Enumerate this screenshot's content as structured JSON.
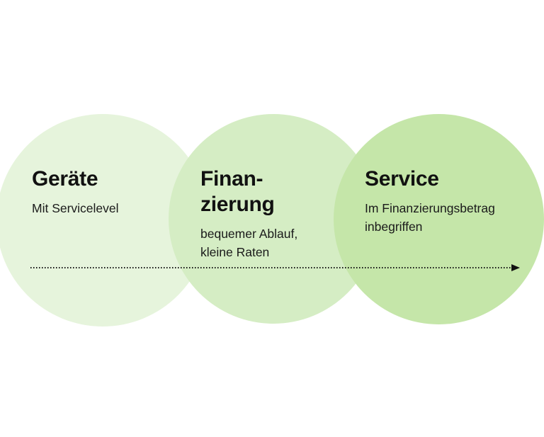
{
  "colors": {
    "circle_1": "#e6f4dc",
    "circle_2": "#d5edc4",
    "circle_3": "#c5e6a9",
    "arrow": "#111111"
  },
  "steps": [
    {
      "title": "Geräte",
      "subtitle": "Mit Servicelevel"
    },
    {
      "title": "Finan-\nzierung",
      "subtitle": "bequemer Ablauf,\nkleine Raten"
    },
    {
      "title": "Service",
      "subtitle": "Im Finanzierungsbetrag\ninbegriffen"
    }
  ]
}
